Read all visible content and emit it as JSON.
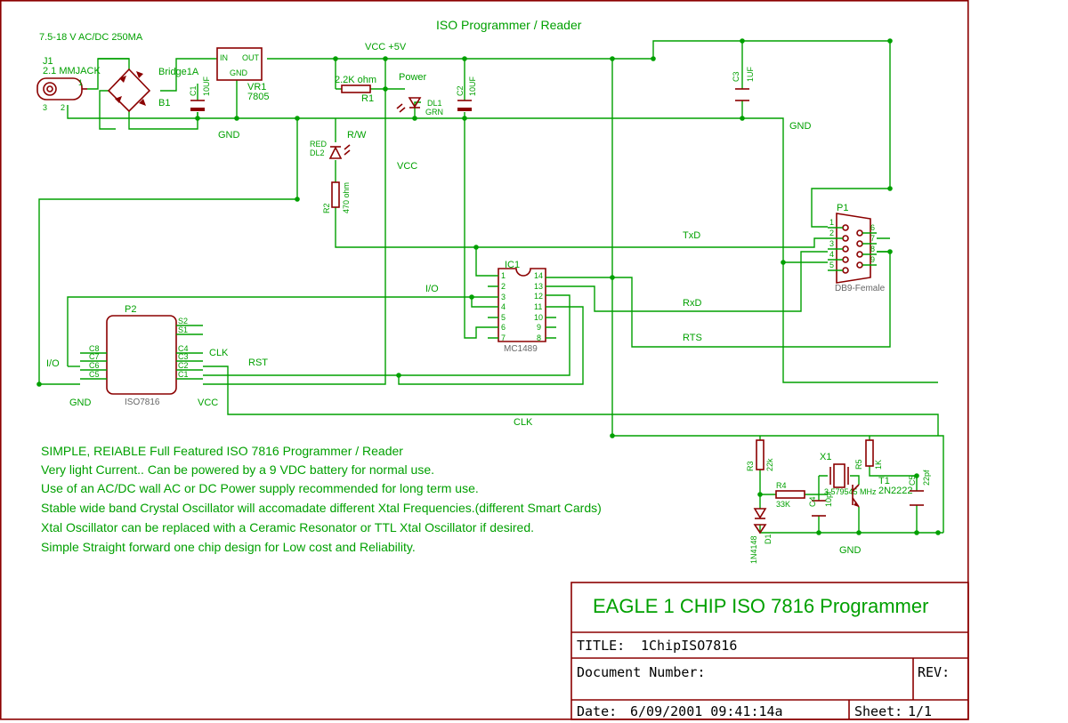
{
  "sheet_title": "ISO Programmer / Reader",
  "supply_note": "7.5-18 V AC/DC 250MA",
  "parts": {
    "j1": "J1",
    "j1_value": "2.1 MMJACK",
    "bridge": "Bridge1A",
    "b1": "B1",
    "c1": "C1",
    "c1_value": "10UF",
    "vr1": "VR1",
    "vr1_value": "7805",
    "vr1_in": "IN",
    "vr1_out": "OUT",
    "vr1_gnd": "GND",
    "r1": "R1",
    "r1_value": "2.2K ohm",
    "dl1": "DL1",
    "dl1_value": "GRN",
    "c2": "C2",
    "c2_value": "10UF",
    "c3": "C3",
    "c3_value": "1UF",
    "dl2": "DL2",
    "dl2_value": "RED",
    "r2": "R2",
    "r2_value": "470 ohm",
    "p1": "P1",
    "p1_value": "DB9-Female",
    "ic1": "IC1",
    "ic1_value": "MC1489",
    "p2": "P2",
    "p2_value": "ISO7816",
    "r3": "R3",
    "r3_value": "22k",
    "r4": "R4",
    "r4_value": "33K",
    "r5": "R5",
    "r5_value": "1K",
    "x1": "X1",
    "x1_value": "3.579545 MHz",
    "c4": "C4",
    "c4_value": "10pf",
    "c5": "C5",
    "c5_value": "22pf",
    "t1": "T1",
    "t1_value": "2N2222",
    "d1": "D1",
    "d1_value": "1N4148"
  },
  "nets": {
    "vcc5": "VCC +5V",
    "power": "Power",
    "gnd1": "GND",
    "gnd2": "GND",
    "gnd3": "GND",
    "gnd4": "GND",
    "rw": "R/W",
    "vcc_a": "VCC",
    "vcc_b": "VCC",
    "txd": "TxD",
    "rxd": "RxD",
    "rts": "RTS",
    "io_a": "I/O",
    "io_b": "I/O",
    "clk_a": "CLK",
    "clk_b": "CLK",
    "rst": "RST"
  },
  "pins": {
    "p2": [
      "S2",
      "S1",
      "C4",
      "C3",
      "C2",
      "C1",
      "C8",
      "C7",
      "C6",
      "C5"
    ],
    "ic1_left": [
      "1",
      "2",
      "3",
      "4",
      "5",
      "6",
      "7"
    ],
    "ic1_right": [
      "14",
      "13",
      "12",
      "11",
      "10",
      "9",
      "8"
    ],
    "db9_left": [
      "1",
      "2",
      "3",
      "4",
      "5"
    ],
    "db9_right": [
      "6",
      "7",
      "8",
      "9"
    ],
    "j1": [
      "1",
      "3",
      "2"
    ]
  },
  "notes": [
    "SIMPLE, REIABLE Full Featured ISO 7816 Programmer / Reader",
    "Very light Current.. Can be powered by a 9 VDC battery for normal use.",
    "Use of an AC/DC wall AC or DC Power supply recommended for long term use.",
    "Stable wide band Crystal Oscillator will accomadate different Xtal Frequencies.(different Smart Cards)",
    "Xtal Oscillator can be replaced with a Ceramic Resonator or TTL Xtal Oscillator if desired.",
    "Simple Straight forward one chip design for Low cost and Reliability."
  ],
  "title_block": {
    "heading": "EAGLE 1 CHIP ISO 7816 Programmer",
    "title_label": "TITLE:",
    "title_value": "1ChipISO7816",
    "docnum_label": "Document Number:",
    "rev_label": "REV:",
    "date_label": "Date:",
    "date_value": "6/09/2001 09:41:14a",
    "sheet_label": "Sheet:",
    "sheet_value": "1/1"
  },
  "colors": {
    "wire": "#00a000",
    "part": "#8b0000",
    "text": "#00a000"
  }
}
